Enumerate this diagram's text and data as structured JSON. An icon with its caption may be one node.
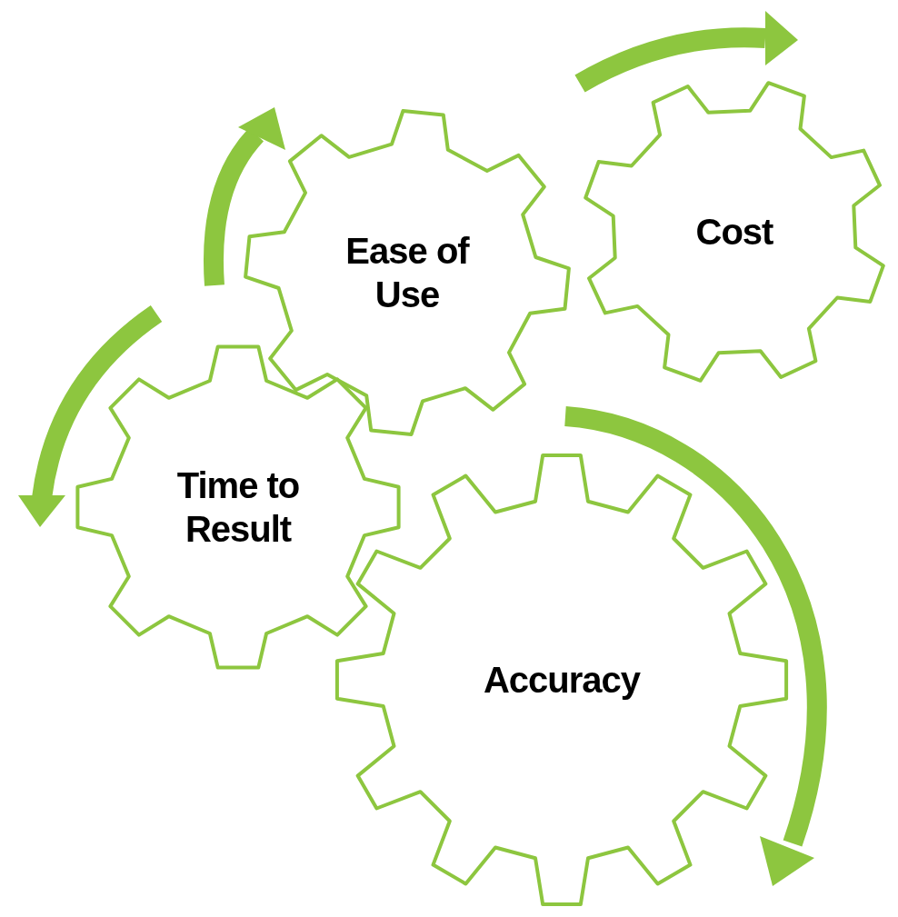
{
  "diagram": {
    "nodes": [
      {
        "text": [
          "Ease of Use"
        ]
      },
      {
        "text": [
          "Cost"
        ]
      },
      {
        "text": [
          "Time to Result"
        ]
      },
      {
        "text": [
          "Accuracy"
        ]
      }
    ]
  }
}
